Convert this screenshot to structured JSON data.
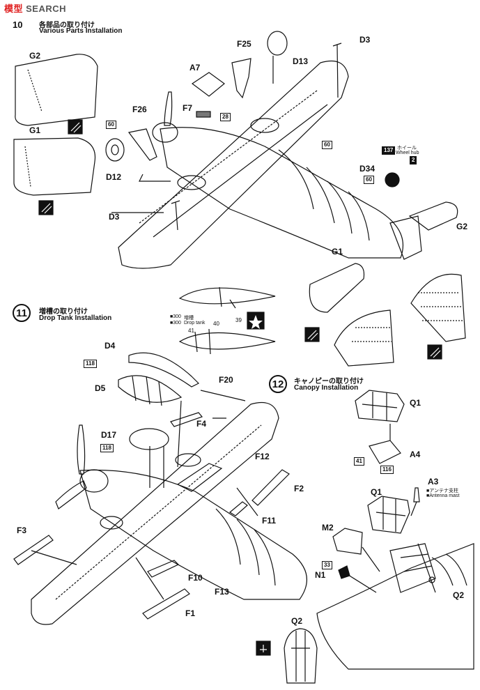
{
  "watermark": {
    "cn": "模型",
    "en": "SEARCH",
    "cn_color": "#e02020",
    "en_color": "#555555"
  },
  "step10": {
    "number": "10",
    "jp": "各部品の取り付け",
    "en": "Various Parts Installation"
  },
  "step11": {
    "number": "11",
    "jp": "増槽の取り付け",
    "en": "Drop Tank Installation"
  },
  "step12": {
    "number": "12",
    "jp": "キャノピーの取り付け",
    "en": "Canopy Installation"
  },
  "parts": {
    "G2_top": "G2",
    "G1_left": "G1",
    "F25": "F25",
    "D3_top": "D3",
    "A7": "A7",
    "D13": "D13",
    "F26": "F26",
    "F7": "F7",
    "D12": "D12",
    "D3_left": "D3",
    "D34": "D34",
    "G2_right": "G2",
    "G1_center": "G1",
    "D4": "D4",
    "D5": "D5",
    "F20": "F20",
    "F4": "F4",
    "D17": "D17",
    "F12": "F12",
    "F2": "F2",
    "F11": "F11",
    "F3": "F3",
    "F10": "F10",
    "F13": "F13",
    "F1": "F1",
    "Q1_top": "Q1",
    "A4": "A4",
    "A3": "A3",
    "Q1_mid": "Q1",
    "M2": "M2",
    "N1": "N1",
    "Q2_right": "Q2",
    "Q2_bottom": "Q2"
  },
  "color_codes": {
    "c60_a": "60",
    "c28": "28",
    "c60_b": "60",
    "c137": "137",
    "c2": "2",
    "c60_c": "60",
    "c118_a": "118",
    "c118_b": "118",
    "c41_a": "41",
    "c116": "116",
    "c33": "33",
    "c39": "39",
    "c40": "40",
    "c41_b": "41"
  },
  "notes": {
    "wheel_jp": "ホイール",
    "wheel_en": "Wheel hub",
    "tank_jp": "増槽",
    "tank_en": "Drop tank",
    "tank_ref_1": "■300",
    "tank_ref_2": "■300",
    "antenna_jp": "■アンテナ支柱",
    "antenna_en": "■Antenna mast"
  }
}
